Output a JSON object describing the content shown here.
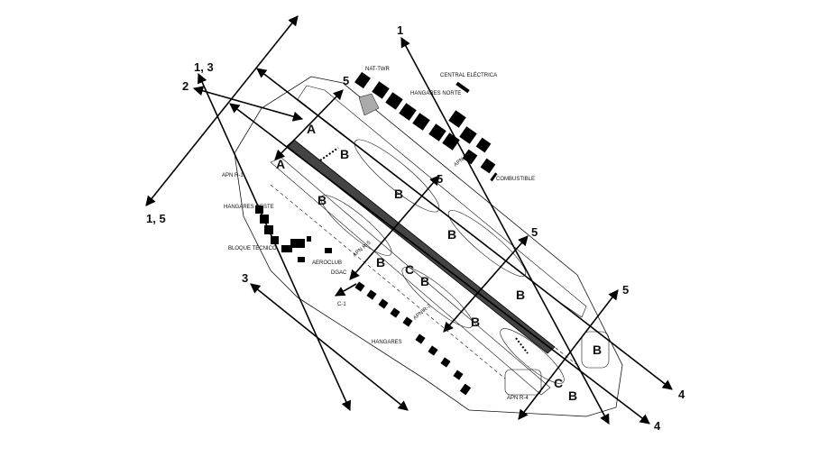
{
  "zones": [
    "A",
    "A",
    "B",
    "B",
    "B",
    "B",
    "B",
    "B",
    "B",
    "B",
    "B",
    "B",
    "C",
    "C"
  ],
  "arrow_labels": [
    "1",
    "1, 3",
    "2",
    "1, 5",
    "3",
    "4",
    "4",
    "5",
    "5",
    "5",
    "5"
  ],
  "facility_labels": {
    "nat_twr": "NAT-TWR",
    "hangares_norte": "HANGARES NORTE",
    "central_electrica": "CENTRAL ELÉCTRICA",
    "combustible": "COMBUSTIBLE",
    "apn_r1": "APN R-1",
    "hangares_oeste": "HANGARES OESTE",
    "bloque_tecnico": "BLOQUE TÉCNICO",
    "aeroclub": "AEROCLUB",
    "dgac": "DGAC",
    "c1": "C-1",
    "apn_r2": "APN R-2",
    "apn_r3": "APN R-3",
    "apn_r5": "APN R-5",
    "hangares": "HANGARES",
    "apn_r4": "APN R-4"
  },
  "colors": {
    "ink": "#000000",
    "runway": "#444444",
    "background": "#ffffff"
  }
}
